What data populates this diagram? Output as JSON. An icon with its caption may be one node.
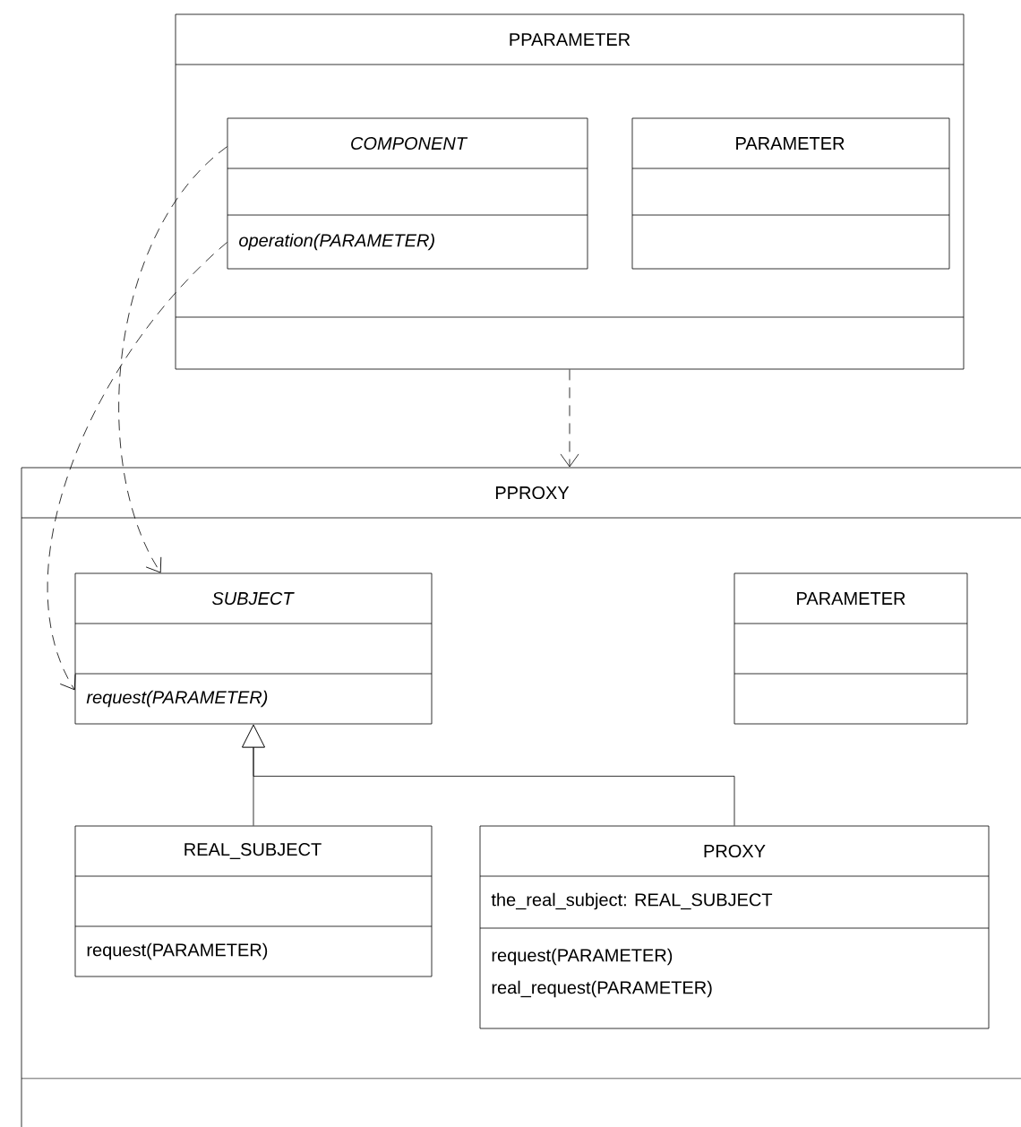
{
  "diagram": {
    "nodes": [
      {
        "text": [
          "PPARAMETER"
        ]
      },
      {
        "text": [
          "COMPONENT",
          "operation(PARAMETER)"
        ],
        "in": 0
      },
      {
        "text": [
          "PARAMETER"
        ],
        "in": 0
      },
      {
        "text": [
          "PPROXY"
        ]
      },
      {
        "text": [
          "SUBJECT",
          "request(PARAMETER)"
        ],
        "in": 3
      },
      {
        "text": [
          "PARAMETER"
        ],
        "in": 3
      },
      {
        "text": [
          "REAL_SUBJECT",
          "request(PARAMETER)"
        ],
        "in": 3
      },
      {
        "text": [
          "PROXY",
          "the_real_subject: REAL_SUBJECT",
          "request(PARAMETER)",
          "real_request(PARAMETER)"
        ],
        "in": 3
      }
    ],
    "edges": [
      {
        "from": 0,
        "to": 3,
        "arrow": "to",
        "style": "dashed"
      },
      {
        "from": 1,
        "to": 4,
        "arrow": "to",
        "style": "dashed"
      },
      {
        "from": 1,
        "to": 4,
        "arrow": "to",
        "style": "dashed"
      },
      {
        "from": 6,
        "to": 4,
        "arrow": "to"
      },
      {
        "from": 7,
        "to": 4,
        "arrow": "to"
      }
    ]
  }
}
